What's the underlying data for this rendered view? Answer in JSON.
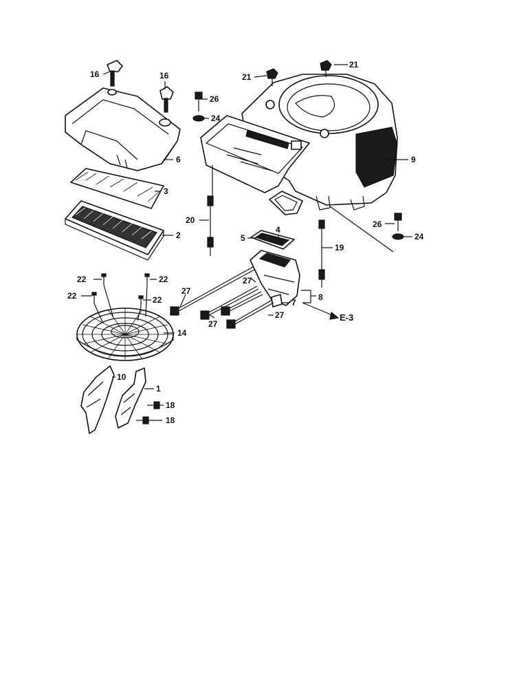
{
  "labels": {
    "p1": "1",
    "p2": "2",
    "p3": "3",
    "p4": "4",
    "p5": "5",
    "p6": "6",
    "p7": "7",
    "p8": "8",
    "p9": "9",
    "p10": "10",
    "p14": "14",
    "p16": "16",
    "p18": "18",
    "p19": "19",
    "p20": "20",
    "p21": "21",
    "p22": "22",
    "p24": "24",
    "p26": "26",
    "p27": "27",
    "ref": "E-3"
  }
}
